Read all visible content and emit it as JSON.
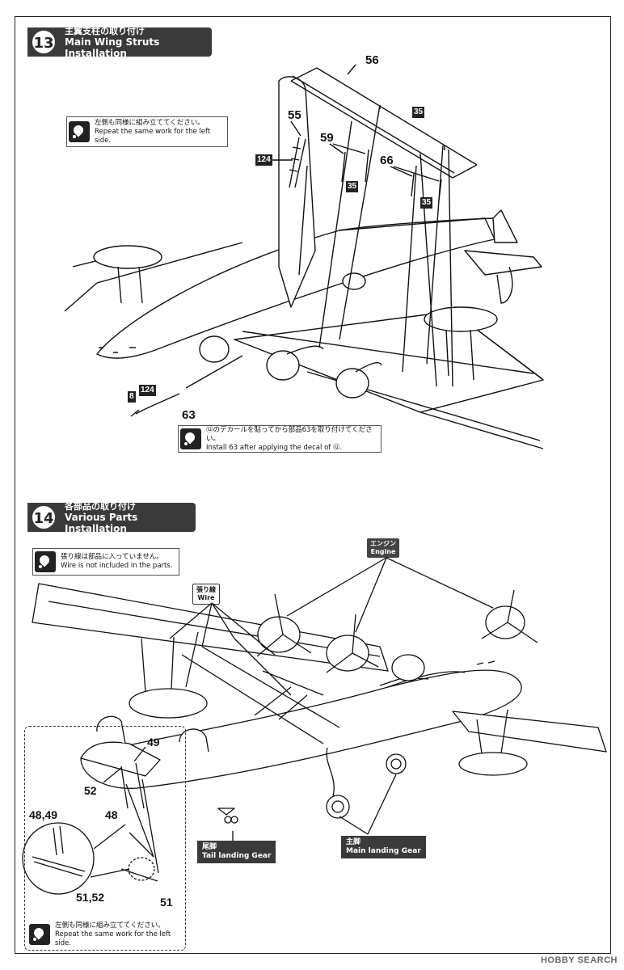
{
  "step13": {
    "number": "13",
    "title_ja": "主翼支柱の取り付け",
    "title_en": "Main Wing Struts Installation",
    "note_ja": "左側も同様に組み立ててください。",
    "note_en": "Repeat the same work for the left side.",
    "note2_ja": "⑫のデカールを貼ってから部品63を取り付けてください。",
    "note2_en": "Install 63 after applying the decal of ⑫.",
    "parts": [
      "56",
      "55",
      "59",
      "66",
      "63"
    ],
    "boxed": [
      "35",
      "35",
      "35",
      "124",
      "124",
      "8"
    ]
  },
  "step14": {
    "number": "14",
    "title_ja": "各部品の取り付け",
    "title_en": "Various Parts Installation",
    "note_ja": "張り線は部品に入っていません。",
    "note_en": "Wire is not included in the parts.",
    "engine_ja": "エンジン",
    "engine_en": "Engine",
    "wire_ja": "張り線",
    "wire_en": "Wire",
    "tail_gear_ja": "尾脚",
    "tail_gear_en": "Tail landing Gear",
    "main_gear_ja": "主脚",
    "main_gear_en": "Main landing Gear",
    "parts": [
      "49",
      "52",
      "48,49",
      "48",
      "51,52",
      "51"
    ],
    "note2_ja": "左側も同様に組み立ててください。",
    "note2_en": "Repeat the same work for the left side."
  },
  "watermark": "HOBBY SEARCH"
}
